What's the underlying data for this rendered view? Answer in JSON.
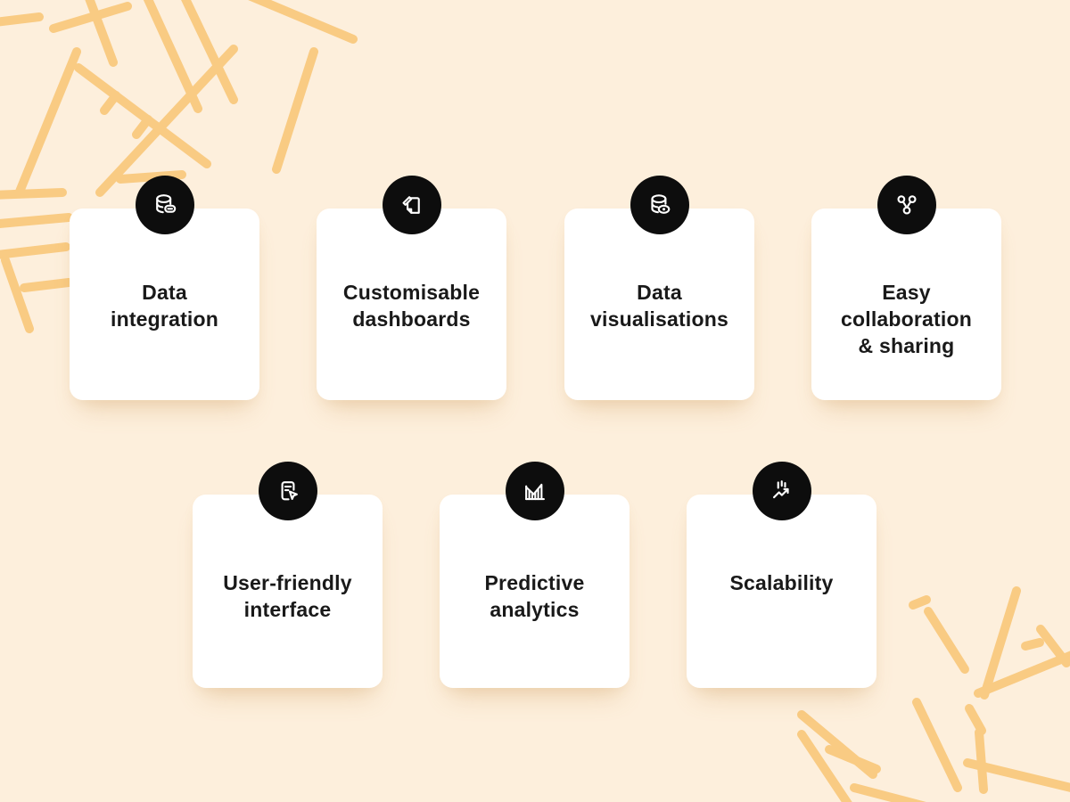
{
  "colors": {
    "background": "#FDEFDC",
    "pattern_lines": "#F9CB83",
    "card_background": "#FFFFFF",
    "badge_background": "#0D0D0D",
    "icon_stroke": "#FFFFFF",
    "label_text": "#191919"
  },
  "cards": [
    {
      "label": "Data\nintegration",
      "icon": "database-link-icon"
    },
    {
      "label": "Customisable\ndashboards",
      "icon": "note-pencil-icon"
    },
    {
      "label": "Data\nvisualisations",
      "icon": "database-eye-icon"
    },
    {
      "label": "Easy\ncollaboration\n& sharing",
      "icon": "share-nodes-icon"
    },
    {
      "label": "User-friendly\ninterface",
      "icon": "document-cursor-icon"
    },
    {
      "label": "Predictive\nanalytics",
      "icon": "histogram-trend-icon"
    },
    {
      "label": "Scalability",
      "icon": "bars-growth-arrow-icon"
    }
  ]
}
